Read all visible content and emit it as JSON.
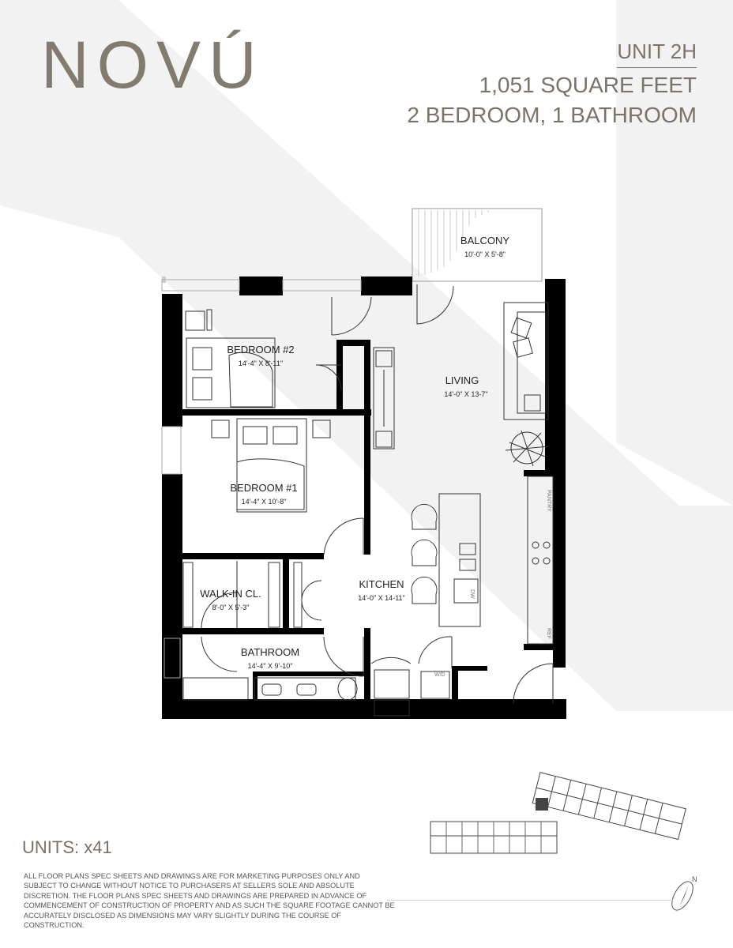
{
  "brand": {
    "logo": "NOVÚ"
  },
  "unit": {
    "name": "UNIT 2H",
    "area": "1,051 SQUARE FEET",
    "layout": "2 BEDROOM, 1 BATHROOM"
  },
  "rooms": {
    "balcony": {
      "label": "BALCONY",
      "dim": "10'-0\" X 5'-8\""
    },
    "bedroom2": {
      "label": "BEDROOM #2",
      "dim": "14'-4\" X 8'-11\""
    },
    "living": {
      "label": "LIVING",
      "dim": "14'-0\" X 13-7\""
    },
    "bedroom1": {
      "label": "BEDROOM #1",
      "dim": "14'-4\" X 10'-8\""
    },
    "walkin": {
      "label": "WALK-IN CL.",
      "dim": "8'-0\" X 5'-3\""
    },
    "kitchen": {
      "label": "KITCHEN",
      "dim": "14'-0\" X 14-11\""
    },
    "bathroom": {
      "label": "BATHROOM",
      "dim": "14'-4\" X 9'-10\""
    }
  },
  "fixtures": {
    "pantry": "PANTRY",
    "ref": "REF",
    "dw": "DW",
    "wd": "W/D"
  },
  "units_count": "UNITS: x41",
  "disclaimer": "ALL FLOOR PLANS SPEC SHEETS AND DRAWINGS ARE FOR MARKETING PURPOSES ONLY AND SUBJECT TO CHANGE WITHOUT NOTICE TO PURCHASERS AT SELLERS SOLE AND ABSOLUTE DISCRETION. THE FLOOR PLANS SPEC SHEETS AND DRAWINGS ARE PREPARED IN ADVANCE OF COMMENCEMENT OF CONSTRUCTION OF PROPERTY AND AS SUCH THE SQUARE FOOTAGE CANNOT BE ACCURATELY DISCLOSED AS DIMENSIONS MAY VARY SLIGHTLY DURING THE COURSE OF CONSTRUCTION.",
  "compass": {
    "north": "N"
  },
  "colors": {
    "brand": "#847b70",
    "wall": "#000000",
    "background_shape": "#f1f1f1"
  }
}
